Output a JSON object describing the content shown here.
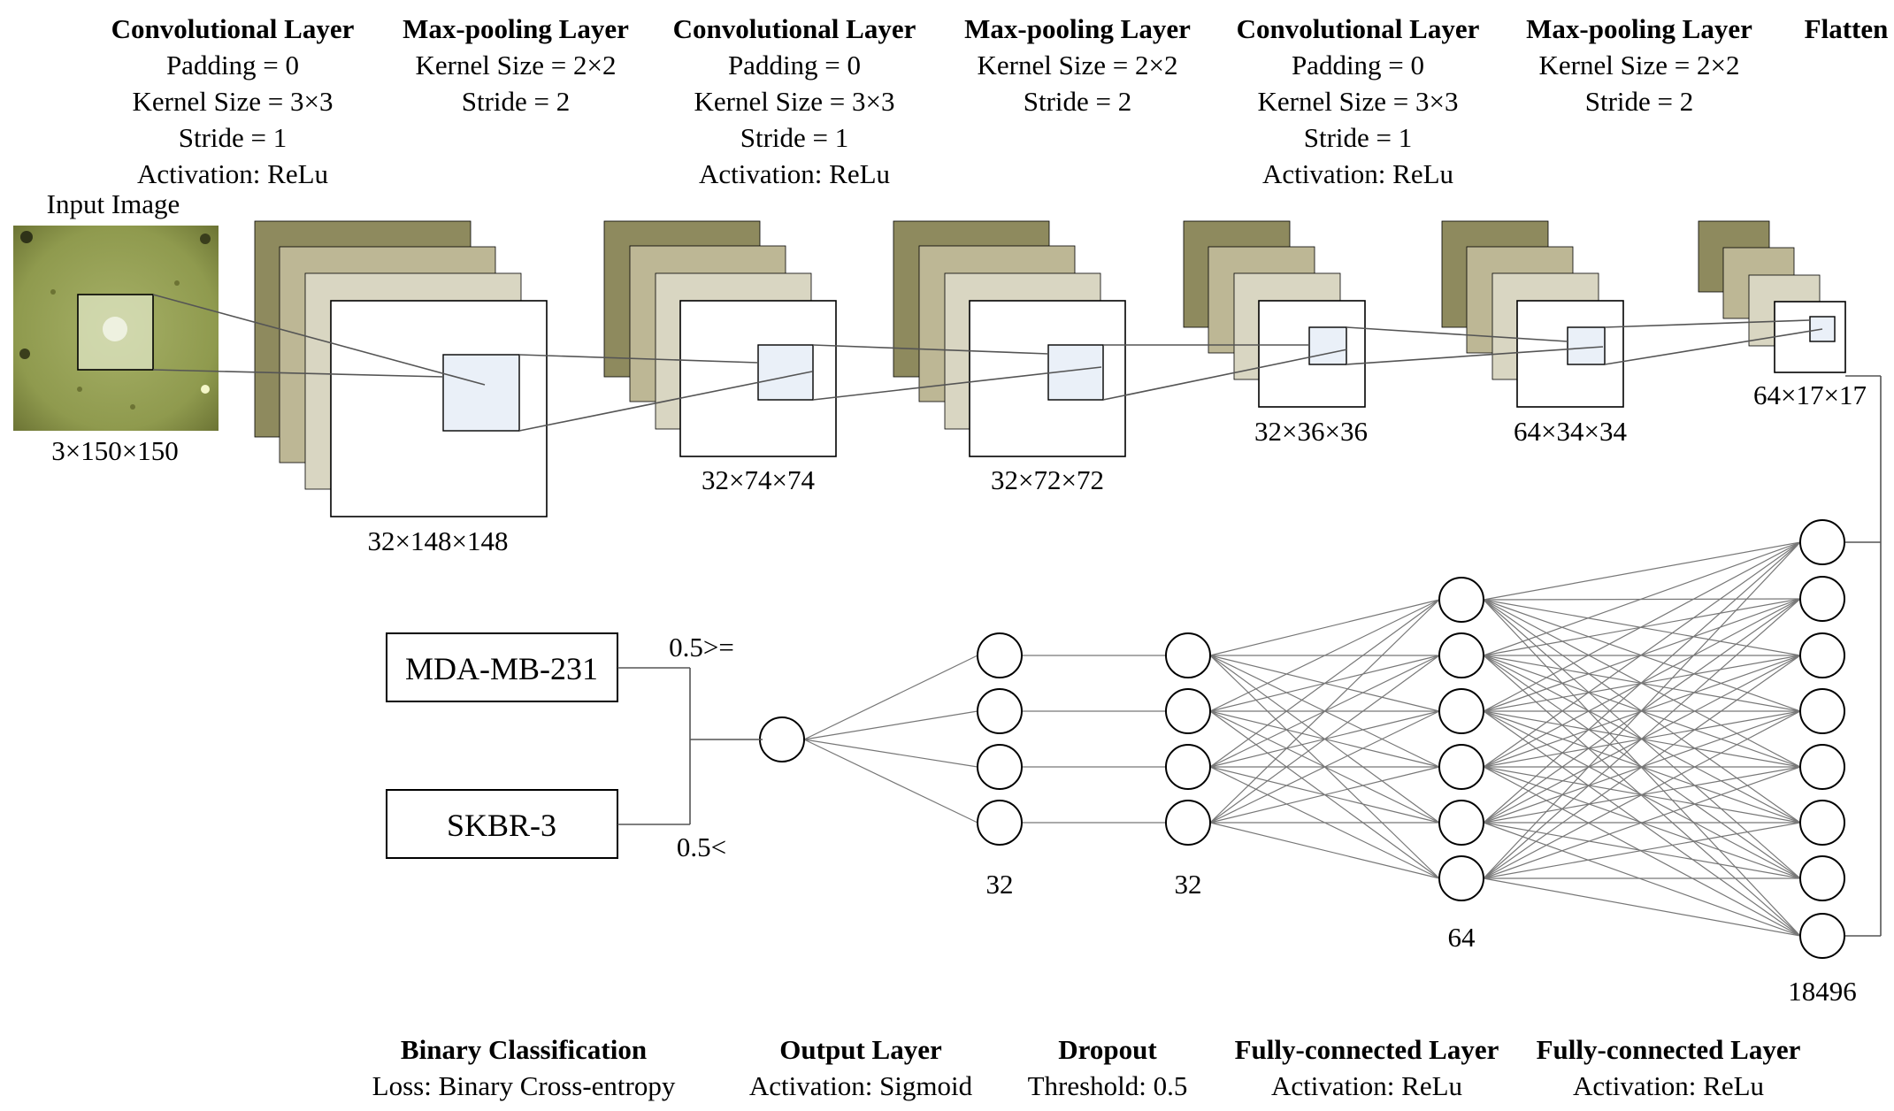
{
  "stage_headers": [
    {
      "title": "Convolutional Layer",
      "lines": [
        "Padding = 0",
        "Kernel Size = 3×3",
        "Stride = 1",
        "Activation: ReLu"
      ]
    },
    {
      "title": "Max-pooling Layer",
      "lines": [
        "Kernel Size = 2×2",
        "Stride = 2"
      ]
    },
    {
      "title": "Convolutional Layer",
      "lines": [
        "Padding = 0",
        "Kernel Size = 3×3",
        "Stride = 1",
        "Activation: ReLu"
      ]
    },
    {
      "title": "Max-pooling Layer",
      "lines": [
        "Kernel Size = 2×2",
        "Stride = 2"
      ]
    },
    {
      "title": "Convolutional Layer",
      "lines": [
        "Padding = 0",
        "Kernel Size = 3×3",
        "Stride = 1",
        "Activation: ReLu"
      ]
    },
    {
      "title": "Max-pooling Layer",
      "lines": [
        "Kernel Size = 2×2",
        "Stride = 2"
      ]
    },
    {
      "title": "Flatten",
      "lines": []
    }
  ],
  "input_image": {
    "label": "Input Image",
    "dims": "3×150×150"
  },
  "feature_map_dims": [
    "32×148×148",
    "32×74×74",
    "32×72×72",
    "32×36×36",
    "64×34×34",
    "64×17×17"
  ],
  "classes": [
    {
      "label": "MDA-MB-231",
      "threshold": "0.5>="
    },
    {
      "label": "SKBR-3",
      "threshold": "0.5<"
    }
  ],
  "layer_sizes": [
    "32",
    "32",
    "64",
    "18496"
  ],
  "bottom_headers": [
    {
      "title": "Binary Classification",
      "sub": "Loss: Binary Cross-entropy"
    },
    {
      "title": "Output Layer",
      "sub": "Activation: Sigmoid"
    },
    {
      "title": "Dropout",
      "sub": "Threshold: 0.5"
    },
    {
      "title": "Fully-connected Layer",
      "sub": "Activation: ReLu"
    },
    {
      "title": "Fully-connected Layer",
      "sub": "Activation: ReLu"
    }
  ],
  "colors": {
    "layer_dark": "#8e8a5e",
    "layer_mid": "#bdb795",
    "layer_light": "#d9d6c2",
    "kernel_fill": "#eaf0f8",
    "image_green": "#9aa55a"
  }
}
